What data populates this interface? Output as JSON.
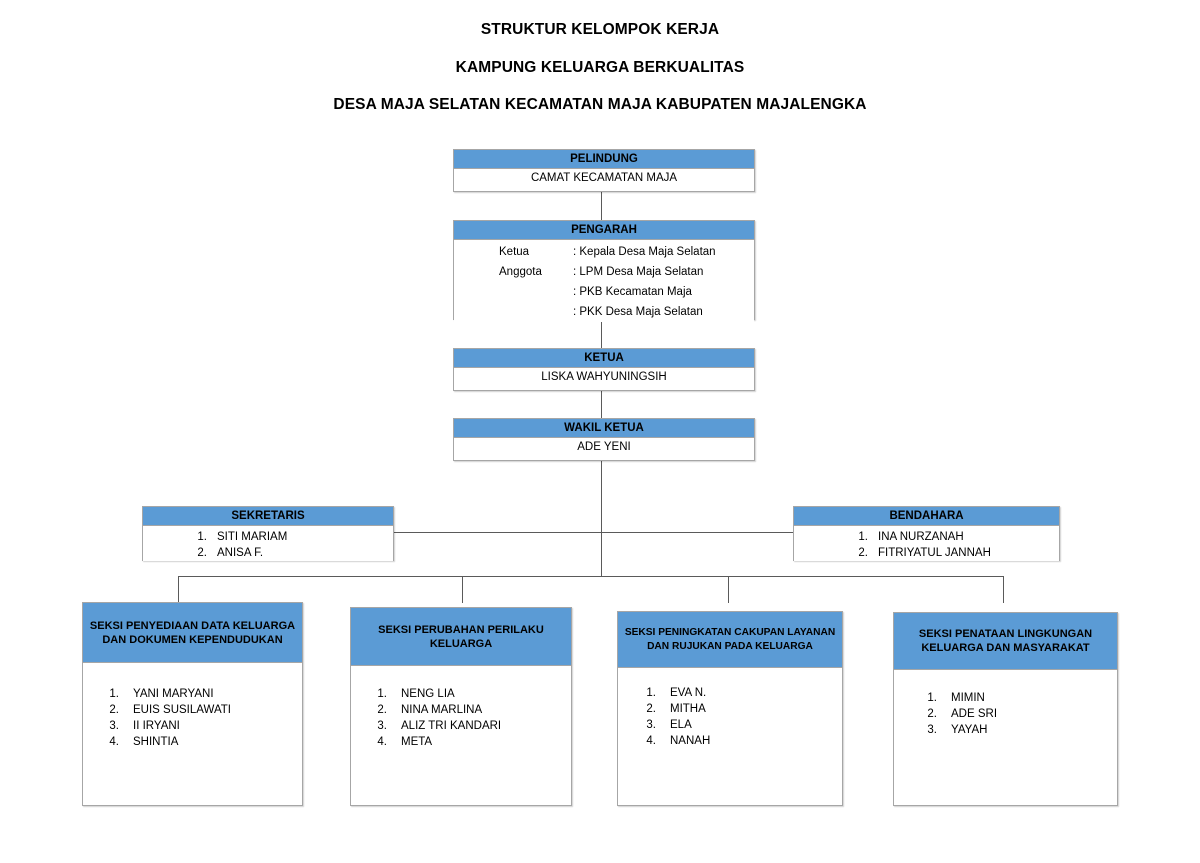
{
  "title": {
    "line1": "STRUKTUR KELOMPOK KERJA",
    "line2": "KAMPUNG KELUARGA BERKUALITAS",
    "line3": "DESA MAJA SELATAN KECAMATAN MAJA KABUPATEN MAJALENGKA"
  },
  "colors": {
    "header_blue": "#5B9BD5",
    "border_gray": "#A6A6A6",
    "line_gray": "#5A5A5A",
    "text": "#000000"
  },
  "chart_data": {
    "type": "diagram",
    "title": "STRUKTUR KELOMPOK KERJA KAMPUNG KELUARGA BERKUALITAS DESA MAJA SELATAN KECAMATAN MAJA KABUPATEN MAJALENGKA",
    "nodes": [
      {
        "id": "pelindung",
        "level": 0,
        "title": "PELINDUNG",
        "members": [
          "CAMAT KECAMATAN MAJA"
        ]
      },
      {
        "id": "pengarah",
        "level": 1,
        "title": "PENGARAH",
        "members": [
          "Ketua : Kepala Desa Maja Selatan",
          "Anggota : LPM Desa Maja Selatan",
          ": PKB Kecamatan Maja",
          ": PKK Desa Maja Selatan"
        ]
      },
      {
        "id": "ketua",
        "level": 2,
        "title": "KETUA",
        "members": [
          "LISKA WAHYUNINGSIH"
        ]
      },
      {
        "id": "wakil_ketua",
        "level": 3,
        "title": "WAKIL KETUA",
        "members": [
          "ADE YENI"
        ]
      },
      {
        "id": "sekretaris",
        "level": 4,
        "title": "SEKRETARIS",
        "members": [
          "SITI MARIAM",
          "ANISA F."
        ]
      },
      {
        "id": "bendahara",
        "level": 4,
        "title": "BENDAHARA",
        "members": [
          "INA NURZANAH",
          "FITRIYATUL JANNAH"
        ]
      },
      {
        "id": "seksi1",
        "level": 5,
        "title": "SEKSI PENYEDIAAN DATA KELUARGA DAN DOKUMEN KEPENDUDUKAN",
        "members": [
          "YANI MARYANI",
          "EUIS SUSILAWATI",
          "II IRYANI",
          "SHINTIA"
        ]
      },
      {
        "id": "seksi2",
        "level": 5,
        "title": "SEKSI PERUBAHAN PERILAKU KELUARGA",
        "members": [
          "NENG LIA",
          "NINA MARLINA",
          "ALIZ TRI KANDARI",
          "META"
        ]
      },
      {
        "id": "seksi3",
        "level": 5,
        "title": "SEKSI PENINGKATAN CAKUPAN LAYANAN DAN RUJUKAN PADA KELUARGA",
        "members": [
          "EVA N.",
          "MITHA",
          "ELA",
          "NANAH"
        ]
      },
      {
        "id": "seksi4",
        "level": 5,
        "title": "SEKSI PENATAAN LINGKUNGAN KELUARGA DAN MASYARAKAT",
        "members": [
          "MIMIN",
          "ADE SRI",
          "YAYAH"
        ]
      }
    ],
    "edges": [
      {
        "from": "pelindung",
        "to": "pengarah"
      },
      {
        "from": "pengarah",
        "to": "ketua"
      },
      {
        "from": "ketua",
        "to": "wakil_ketua"
      },
      {
        "from": "wakil_ketua",
        "to": "sekretaris"
      },
      {
        "from": "wakil_ketua",
        "to": "bendahara"
      },
      {
        "from": "wakil_ketua",
        "to": "seksi1"
      },
      {
        "from": "wakil_ketua",
        "to": "seksi2"
      },
      {
        "from": "wakil_ketua",
        "to": "seksi3"
      },
      {
        "from": "wakil_ketua",
        "to": "seksi4"
      }
    ]
  },
  "pelindung": {
    "header": "PELINDUNG",
    "body": "CAMAT KECAMATAN MAJA"
  },
  "pengarah": {
    "header": "PENGARAH",
    "rows": [
      {
        "label": "Ketua",
        "value": ": Kepala Desa Maja Selatan"
      },
      {
        "label": "Anggota",
        "value": ": LPM Desa Maja Selatan"
      },
      {
        "label": "",
        "value": ": PKB Kecamatan Maja"
      },
      {
        "label": "",
        "value": ": PKK Desa Maja Selatan"
      }
    ]
  },
  "ketua": {
    "header": "KETUA",
    "body": "LISKA WAHYUNINGSIH"
  },
  "wakil_ketua": {
    "header": "WAKIL KETUA",
    "body": "ADE YENI"
  },
  "sekretaris": {
    "header": "SEKRETARIS",
    "members": [
      {
        "num": "1.",
        "name": "SITI MARIAM"
      },
      {
        "num": "2.",
        "name": "ANISA F."
      }
    ]
  },
  "bendahara": {
    "header": "BENDAHARA",
    "members": [
      {
        "num": "1.",
        "name": "INA NURZANAH"
      },
      {
        "num": "2.",
        "name": "FITRIYATUL JANNAH"
      }
    ]
  },
  "seksi1": {
    "header_line1": "SEKSI PENYEDIAAN DATA KELUARGA",
    "header_line2": "DAN DOKUMEN KEPENDUDUKAN",
    "members": [
      {
        "num": "1.",
        "name": "YANI MARYANI"
      },
      {
        "num": "2.",
        "name": "EUIS SUSILAWATI"
      },
      {
        "num": "3.",
        "name": "II IRYANI"
      },
      {
        "num": "4.",
        "name": "SHINTIA"
      }
    ]
  },
  "seksi2": {
    "header_line1": "SEKSI PERUBAHAN PERILAKU",
    "header_line2": "KELUARGA",
    "members": [
      {
        "num": "1.",
        "name": "NENG LIA"
      },
      {
        "num": "2.",
        "name": "NINA MARLINA"
      },
      {
        "num": "3.",
        "name": "ALIZ TRI KANDARI"
      },
      {
        "num": "4.",
        "name": "META"
      }
    ]
  },
  "seksi3": {
    "header_line1": "SEKSI PENINGKATAN CAKUPAN LAYANAN",
    "header_line2": "DAN RUJUKAN PADA KELUARGA",
    "members": [
      {
        "num": "1.",
        "name": "EVA N."
      },
      {
        "num": "2.",
        "name": "MITHA"
      },
      {
        "num": "3.",
        "name": "ELA"
      },
      {
        "num": "4.",
        "name": "NANAH"
      }
    ]
  },
  "seksi4": {
    "header_line1": "SEKSI PENATAAN LINGKUNGAN",
    "header_line2": "KELUARGA DAN MASYARAKAT",
    "members": [
      {
        "num": "1.",
        "name": "MIMIN"
      },
      {
        "num": "2.",
        "name": "ADE SRI"
      },
      {
        "num": "3.",
        "name": "YAYAH"
      }
    ]
  }
}
